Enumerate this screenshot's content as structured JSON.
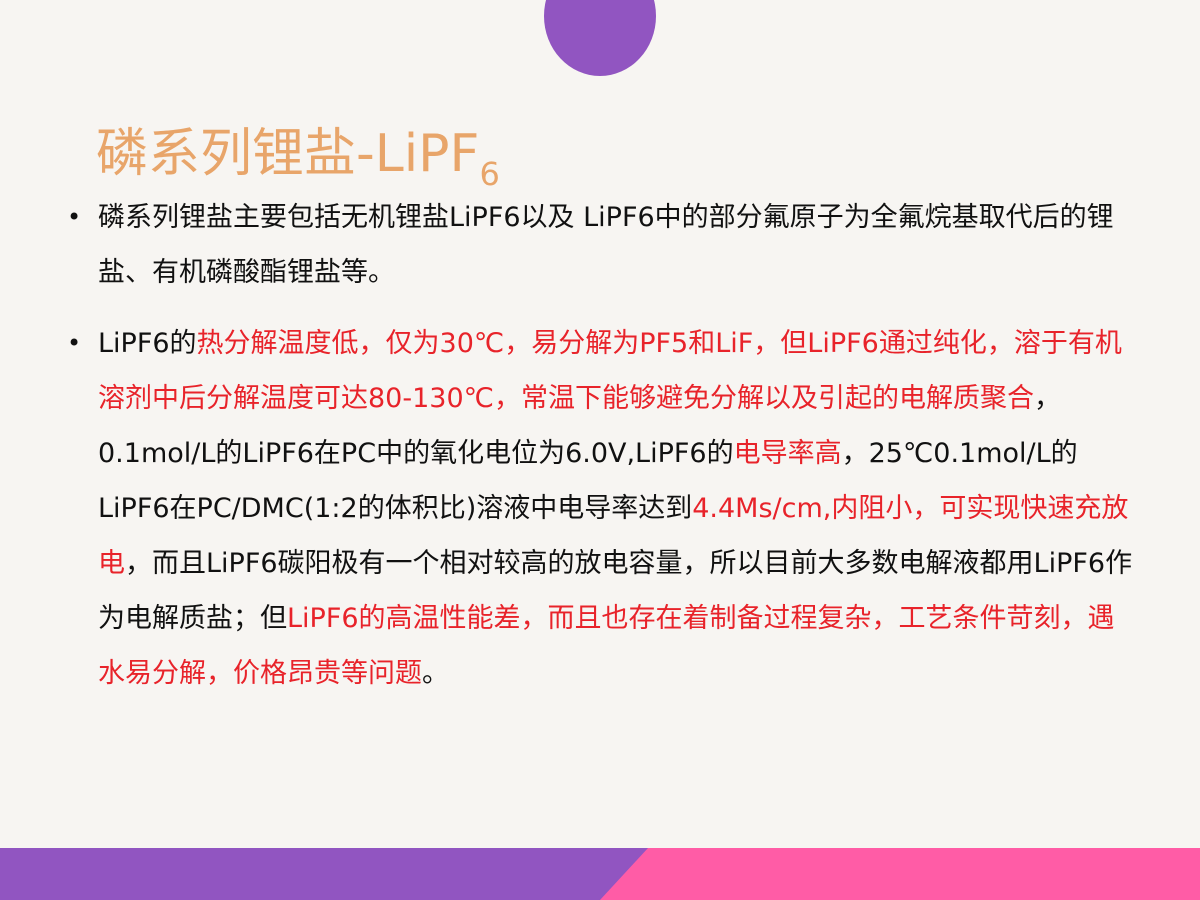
{
  "slide": {
    "title": "磷系列锂盐-LiPF",
    "title_subscript": "6",
    "bullet_symbol": "•",
    "bullets": [
      {
        "segments": [
          "磷系列锂盐主要包括无机锂盐LiPF6以及 LiPF6中的部分氟原子为全氟烷基取代后的锂盐、有机磷酸酯锂盐等。"
        ]
      },
      {
        "segments": [
          "LiPF6的",
          "热分解温度低，仅为30℃，易分解为PF5和LiF，但LiPF6通过纯化，溶于有机溶剂中后分解温度可达80-130℃，常温下能够避免分解以及引起的电解质聚合",
          "，0.1mol/L的LiPF6在PC中的氧化电位为6.0V,LiPF6的",
          "电导率高",
          "，25℃0.1mol/L的LiPF6在PC/DMC(1:2的体积比)溶液中电导率达到",
          "4.4Ms/cm,内阻小，可实现快速充放电",
          "，而且LiPF6碳阳极有一个相对较高的放电容量，所以目前大多数电解液都用LiPF6作为电解质盐；但",
          "LiPF6的高温性能差，而且也存在着制备过程复杂，工艺条件苛刻，遇水易分解，价格昂贵等问题",
          "。"
        ]
      }
    ]
  },
  "colors": {
    "background": "#f7f5f2",
    "title": "#e8a56a",
    "body_text": "#111111",
    "highlight": "#e8232a",
    "accent_purple": "#9155c1",
    "accent_pink": "#ff5ca6"
  }
}
